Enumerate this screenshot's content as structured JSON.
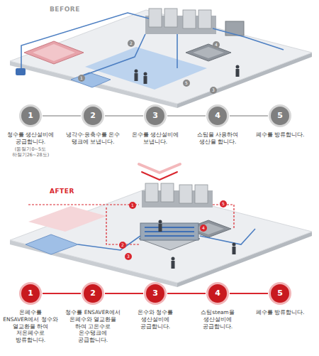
{
  "diagram": {
    "nodes": [
      {
        "text": [
          "1",
          "청수를 생산설비에 공급합니다.",
          "(동절기0~5도 하절기26~28도)"
        ]
      },
      {
        "text": [
          "2",
          "냉각수·응축수를 온수 탱크에 보냅니다."
        ]
      },
      {
        "text": [
          "3",
          "온수를 생산설비에 보냅니다."
        ]
      },
      {
        "text": [
          "4",
          "스팀을 사용하여 생산을 합니다."
        ]
      },
      {
        "text": [
          "5",
          "폐수를 방류합니다."
        ]
      },
      {
        "text": [
          "1",
          "온폐수를 ENSAVER에서 청수와 열교환을 하여 저온폐수로 방류합니다."
        ]
      },
      {
        "text": [
          "2",
          "청수를 ENSAVER에서 온폐수와 열교환을 하여 고온수로 온수탱크에 공급합니다."
        ]
      },
      {
        "text": [
          "3",
          "온수와 청수를 생산설비에 공급합니다."
        ]
      },
      {
        "text": [
          "4",
          "스팀steam을 생산설비에 공급합니다."
        ]
      },
      {
        "text": [
          "5",
          "폐수를 방류합니다."
        ]
      }
    ],
    "edges": [
      {
        "from": 0,
        "to": 1,
        "arrow": "none"
      },
      {
        "from": 1,
        "to": 2,
        "arrow": "none"
      },
      {
        "from": 2,
        "to": 3,
        "arrow": "none"
      },
      {
        "from": 3,
        "to": 4,
        "arrow": "none"
      },
      {
        "from": 5,
        "to": 6,
        "arrow": "none"
      },
      {
        "from": 6,
        "to": 7,
        "arrow": "none"
      },
      {
        "from": 7,
        "to": 8,
        "arrow": "none"
      },
      {
        "from": 8,
        "to": 9,
        "arrow": "none"
      }
    ],
    "labels": [
      "BEFORE",
      "1",
      "2",
      "3",
      "4",
      "5",
      "AFTER",
      "1",
      "2",
      "3",
      "4",
      "5"
    ]
  }
}
